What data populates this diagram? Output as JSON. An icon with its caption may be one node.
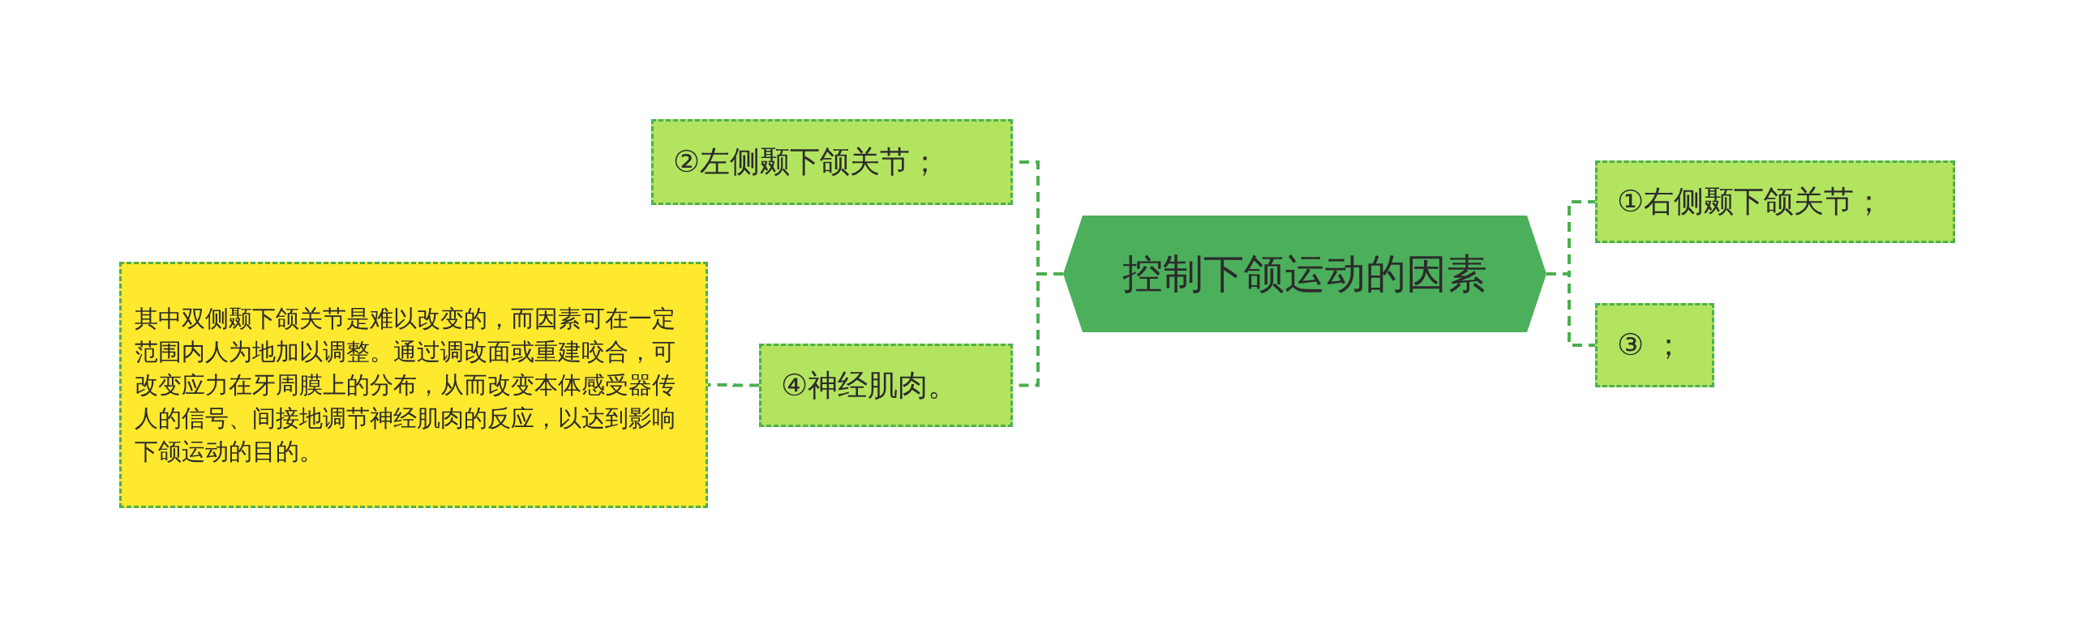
{
  "diagram": {
    "nodes": [
      {
        "text": [
          "控制下颌运动的因素"
        ]
      },
      {
        "text": [
          "②左侧颞下颌关节；"
        ]
      },
      {
        "text": [
          "④神经肌肉。"
        ]
      },
      {
        "text": [
          "其中双侧颞下颌关节是难以改变的，而因素可在一定范围内人为地加以调整。通过调改面或重建咬合，可改变应力在牙周膜上的分布，从而改变本体感受器传人的信号、间接地调节神经肌肉的反应，以达到影响下颌运动的目的。"
        ]
      },
      {
        "text": [
          "①右侧颞下颌关节；"
        ]
      },
      {
        "text": [
          "③ ；"
        ]
      }
    ],
    "edges": [
      {
        "from": 0,
        "to": 1,
        "arrow": "none",
        "style": "dashed"
      },
      {
        "from": 0,
        "to": 2,
        "arrow": "none",
        "style": "dashed"
      },
      {
        "from": 2,
        "to": 3,
        "arrow": "none",
        "style": "dashed"
      },
      {
        "from": 0,
        "to": 4,
        "arrow": "none",
        "style": "dashed"
      },
      {
        "from": 0,
        "to": 5,
        "arrow": "none",
        "style": "dashed"
      }
    ]
  }
}
